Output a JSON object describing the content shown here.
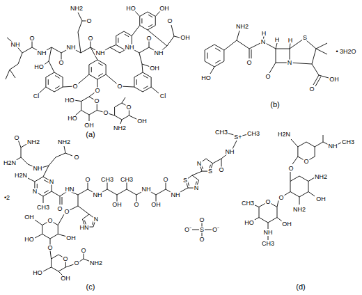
{
  "diagram": {
    "labels": [
      "(a)",
      "NH",
      "O",
      "NH",
      "HO",
      "O",
      "NH",
      "O",
      "O",
      "NH2",
      "NH",
      "NH",
      "O",
      "NH",
      "OH",
      "HO",
      "OH",
      "O",
      "OH",
      "O",
      "O",
      "Cl",
      "Cl",
      "O",
      "O",
      "HO",
      "HO",
      "OH",
      "O",
      "O",
      "NH2",
      "OH",
      "(b)",
      "HO",
      "NH2",
      "O",
      "N",
      "H",
      "H",
      "O",
      "N",
      "H",
      "S",
      "O",
      "OH",
      "• 3H2O",
      "(c)",
      "O",
      "NH2",
      "H2N",
      "NH",
      "NH2",
      "O",
      "N",
      "N",
      "H2N",
      "CH3",
      "O",
      "HN",
      "O",
      "NH",
      "CH3",
      "OH",
      "CH3",
      "O",
      "NH",
      "OH",
      "O",
      "NH",
      "S",
      "N",
      "N",
      "S",
      "O",
      "NH",
      "CH3",
      "S+",
      "CH3",
      "O",
      "N",
      "HN",
      "O",
      "OH",
      "HO",
      "OH",
      "O",
      "O",
      "HO",
      "OH",
      "O",
      "O",
      "NH2",
      "•2",
      "O",
      "O⁻",
      "S",
      "O⁻",
      "O",
      "(d)",
      "H2N",
      "O",
      "NH",
      "CH3",
      "O",
      "OH",
      "NH2",
      "NH2",
      "O",
      "O",
      "CH3",
      "HO",
      "OH",
      "NH",
      "CH3"
    ]
  }
}
